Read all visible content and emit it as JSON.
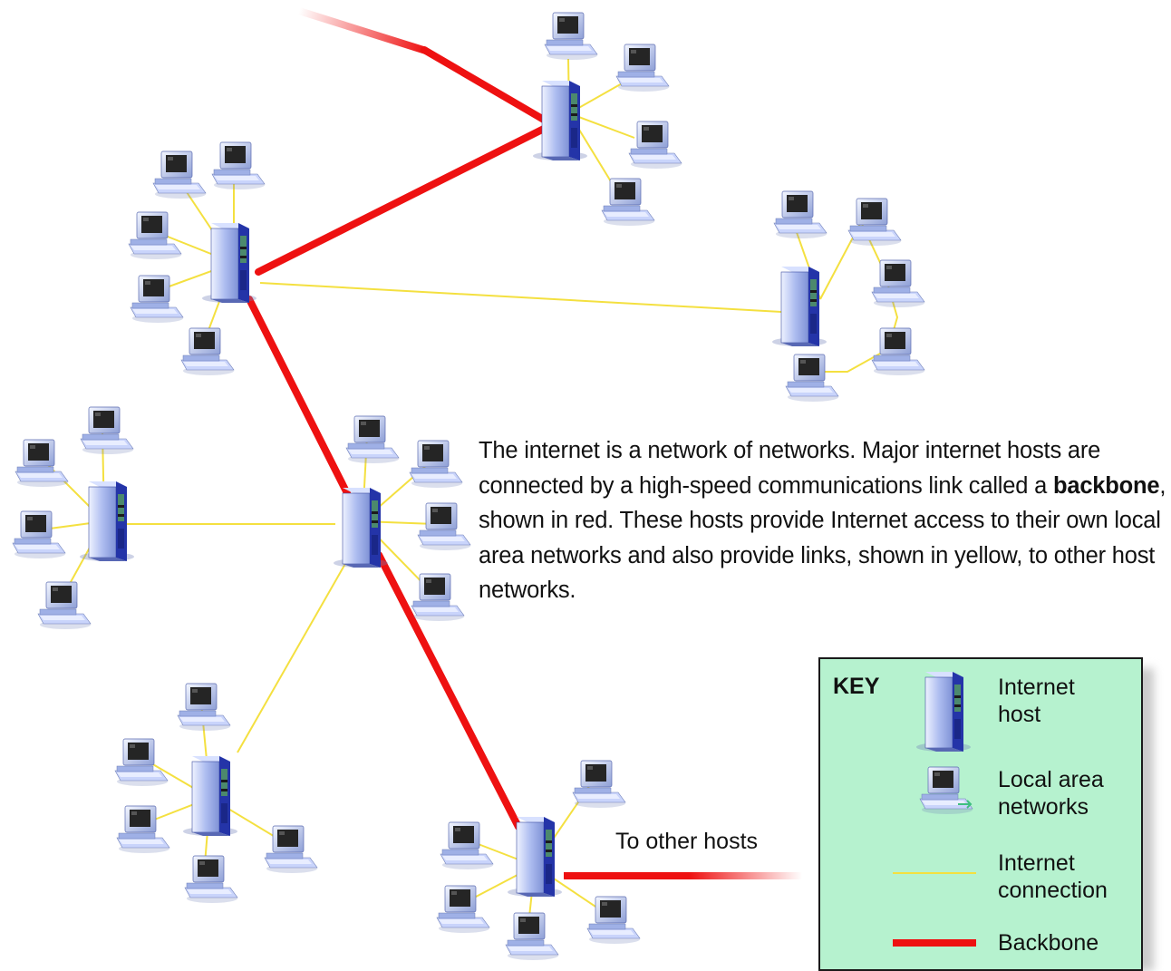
{
  "caption": {
    "part1": "The internet is a network of networks. Major internet hosts are connected by a high-speed communications link called a ",
    "bold": "backbone",
    "part2": ", shown in red. These hosts provide Internet access to their own local area networks and also provide links, shown in yellow, to other host networks."
  },
  "to_other_hosts": "To other hosts",
  "key": {
    "title": "KEY",
    "items": [
      {
        "label_line1": "Internet",
        "label_line2": "host",
        "icon": "server-tower-icon"
      },
      {
        "label_line1": "Local area",
        "label_line2": "networks",
        "icon": "desktop-computer-icon"
      },
      {
        "label_line1": "Internet",
        "label_line2": "connection",
        "icon": "yellow-line-icon"
      },
      {
        "label_line1": "Backbone",
        "label_line2": "",
        "icon": "red-line-icon"
      }
    ]
  },
  "colors": {
    "backbone": "#ee1111",
    "connection": "#f4e040",
    "key_background": "#b6f2cf",
    "server_body": "#a9b8e6",
    "server_side": "#1f2fa0",
    "monitor_screen": "#222222"
  },
  "diagram": {
    "hosts": [
      "host-top",
      "host-upper-left",
      "host-right",
      "host-center",
      "host-left",
      "host-lower-left",
      "host-bottom"
    ],
    "backbone_links": [
      [
        "offscreen-top-left",
        "host-top"
      ],
      [
        "host-top",
        "host-upper-left"
      ],
      [
        "host-upper-left",
        "host-center"
      ],
      [
        "host-center",
        "host-bottom"
      ],
      [
        "host-bottom",
        "offscreen-right"
      ]
    ],
    "connection_links": [
      [
        "host-upper-left",
        "host-right"
      ],
      [
        "host-center",
        "host-left"
      ],
      [
        "host-center",
        "host-lower-left"
      ]
    ]
  }
}
